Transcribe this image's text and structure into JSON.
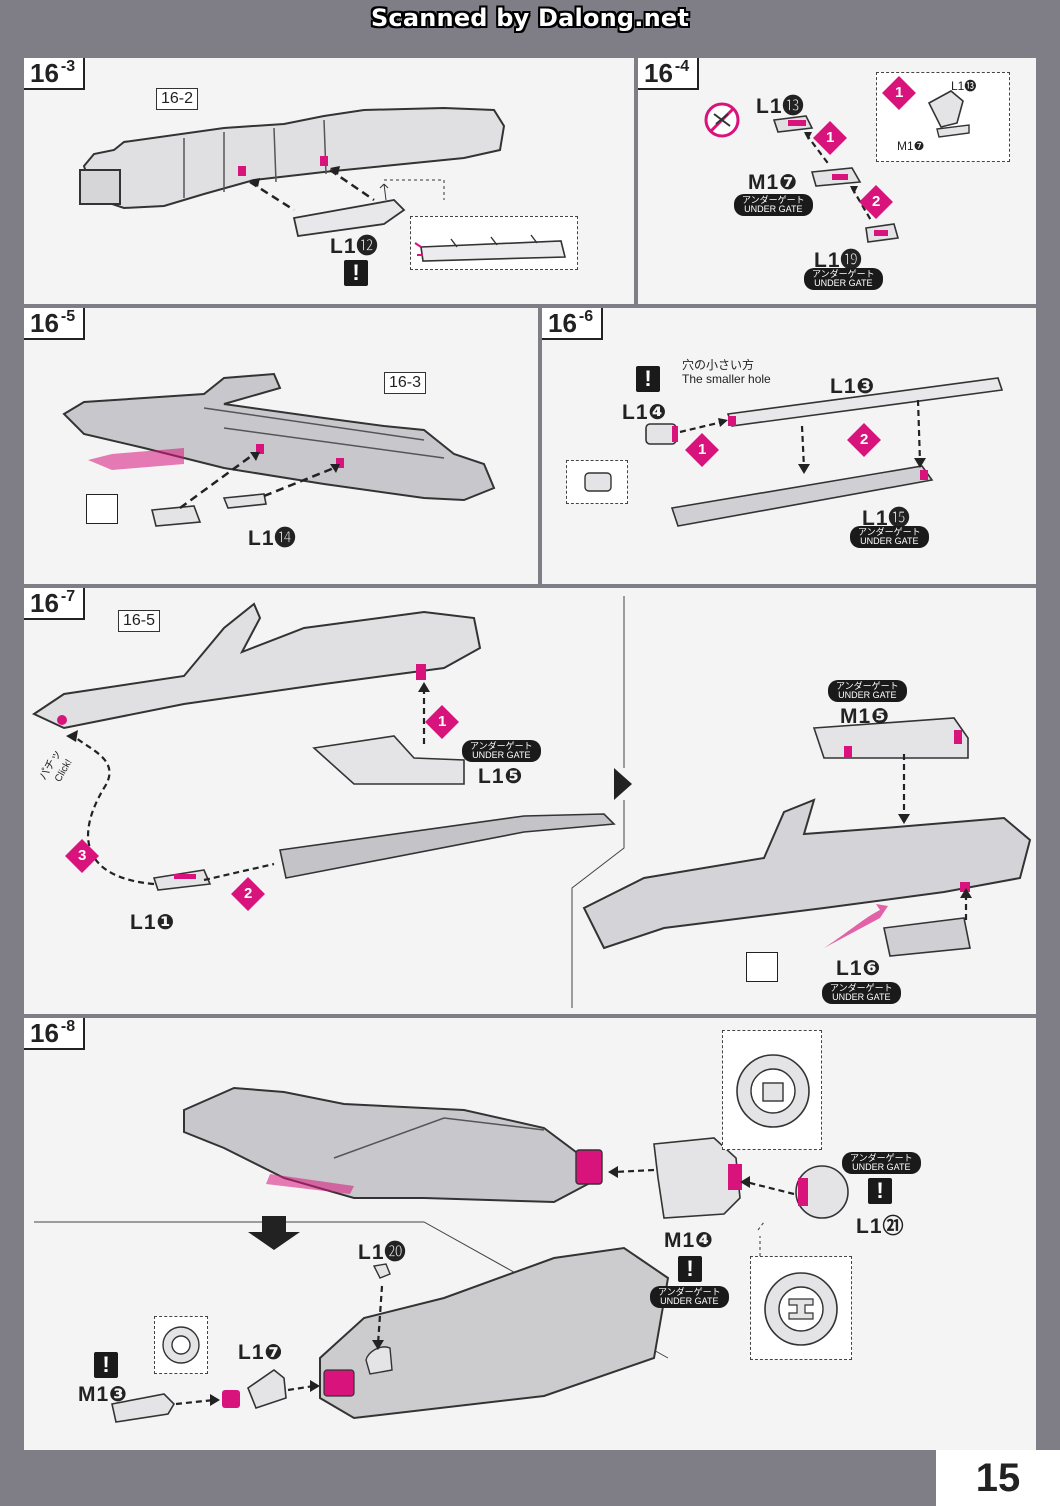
{
  "banner": "Scanned by Dalong.net",
  "page_number": "15",
  "accent": "#d8147c",
  "steps": {
    "s163": {
      "major": "16",
      "minor": "-3",
      "ref": "16-2",
      "part": "L1⓬"
    },
    "s164": {
      "major": "16",
      "minor": "-4",
      "part_a": "L1⓭",
      "part_b": "M1❼",
      "part_c": "L1⓳",
      "inset_a": "L1⓭",
      "inset_b": "M1❼"
    },
    "s165": {
      "major": "16",
      "minor": "-5",
      "ref": "16-3",
      "part": "L1⓮"
    },
    "s166": {
      "major": "16",
      "minor": "-6",
      "hint_jp": "穴の小さい方",
      "hint_en": "The smaller hole",
      "part_a": "L1❹",
      "part_b": "L1❸",
      "part_c": "L1⓯"
    },
    "s167": {
      "major": "16",
      "minor": "-7",
      "ref": "16-5",
      "part_a": "L1❺",
      "part_b": "L1❶",
      "part_c": "M1❺",
      "part_d": "L1❻",
      "click_jp": "パチッ",
      "click_en": "Click!"
    },
    "s168": {
      "major": "16",
      "minor": "-8",
      "part_a": "M1❹",
      "part_b": "L1㉑",
      "part_c": "L1⓴",
      "part_d": "L1❼",
      "part_e": "M1❸"
    }
  },
  "gate": {
    "jp": "アンダーゲート",
    "en": "UNDER GATE"
  },
  "warn_symbol": "!",
  "badges": [
    "1",
    "2",
    "3"
  ]
}
